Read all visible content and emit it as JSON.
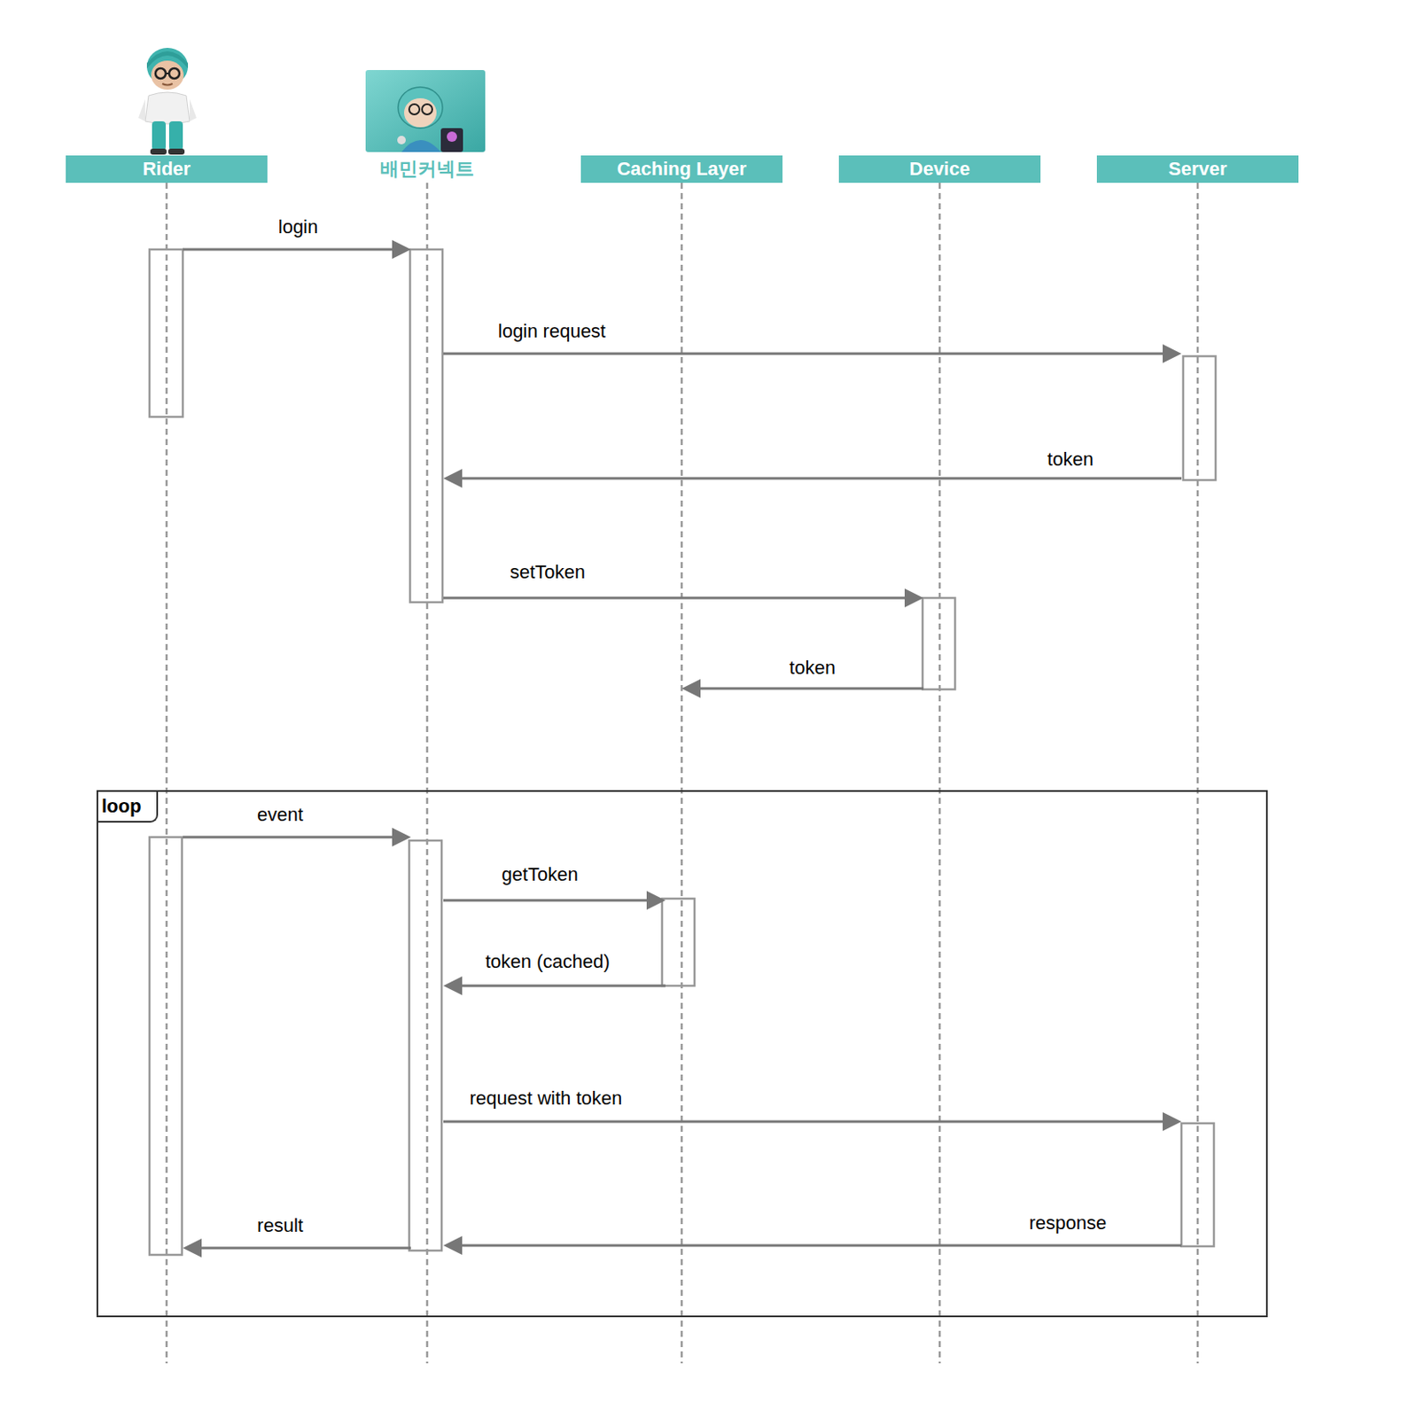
{
  "diagram": {
    "nodes": [
      {
        "text": [
          "Rider"
        ]
      },
      {
        "text": [
          "배민커넥트"
        ]
      },
      {
        "text": [
          "Caching Layer"
        ]
      },
      {
        "text": [
          "Device"
        ]
      },
      {
        "text": [
          "Server"
        ]
      },
      {
        "text": [
          "loop"
        ]
      }
    ],
    "edges": [
      {
        "from": 0,
        "to": 1,
        "label": "login",
        "arrow": "to"
      },
      {
        "from": 1,
        "to": 4,
        "label": "login request",
        "arrow": "to"
      },
      {
        "from": 4,
        "to": 1,
        "label": "token",
        "arrow": "to"
      },
      {
        "from": 1,
        "to": 3,
        "label": "setToken",
        "arrow": "to"
      },
      {
        "from": 3,
        "to": 2,
        "label": "token",
        "arrow": "to"
      },
      {
        "from": 0,
        "to": 1,
        "label": "event",
        "arrow": "to"
      },
      {
        "from": 1,
        "to": 2,
        "label": "getToken",
        "arrow": "to"
      },
      {
        "from": 2,
        "to": 1,
        "label": "token (cached)",
        "arrow": "to"
      },
      {
        "from": 1,
        "to": 4,
        "label": "request with token",
        "arrow": "to"
      },
      {
        "from": 4,
        "to": 1,
        "label": "response",
        "arrow": "to"
      },
      {
        "from": 1,
        "to": 0,
        "label": "result",
        "arrow": "to"
      }
    ]
  }
}
